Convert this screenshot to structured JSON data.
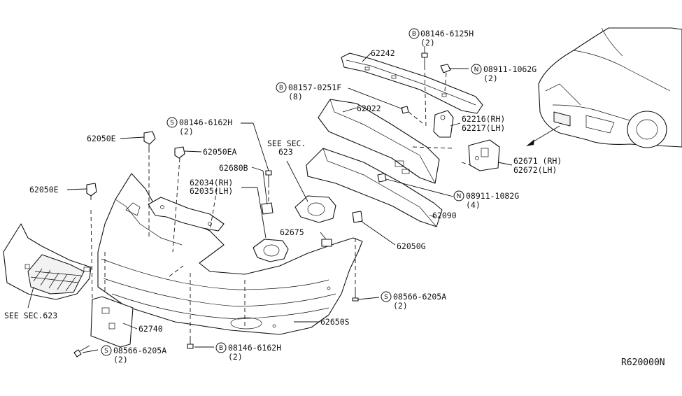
{
  "diagram_id": "R620000N",
  "see_sec": {
    "top_line1": "SEE SEC.",
    "top_line2": "623",
    "bottom": "SEE SEC.623"
  },
  "parts": {
    "p62242": "62242",
    "p62022": "62022",
    "p62090": "62090",
    "p62050E_a": "62050E",
    "p62050E_b": "62050E",
    "p62050EA": "62050EA",
    "p62680B": "62680B",
    "p62034": "62034(RH)",
    "p62035": "62035(LH)",
    "p62675": "62675",
    "p62050G": "62050G",
    "p62216": "62216(RH)",
    "p62217": "62217(LH)",
    "p62671": "62671 (RH)",
    "p62672": "62672(LH)",
    "p62740": "62740",
    "p62650S": "62650S"
  },
  "fasteners": {
    "f1": {
      "badge": "B",
      "number": "08146-6125H",
      "qty": "(2)"
    },
    "f2": {
      "badge": "N",
      "number": "08911-1062G",
      "qty": "(2)"
    },
    "f3": {
      "badge": "B",
      "number": "08157-0251F",
      "qty": "(8)"
    },
    "f4": {
      "badge": "S",
      "number": "08146-6162H",
      "qty": "(2)"
    },
    "f5": {
      "badge": "N",
      "number": "08911-1082G",
      "qty": "(4)"
    },
    "f6": {
      "badge": "S",
      "number": "08566-6205A",
      "qty": "(2)"
    },
    "f7": {
      "badge": "S",
      "number": "08566-6205A",
      "qty": "(2)"
    },
    "f8": {
      "badge": "B",
      "number": "08146-6162H",
      "qty": "(2)"
    }
  }
}
